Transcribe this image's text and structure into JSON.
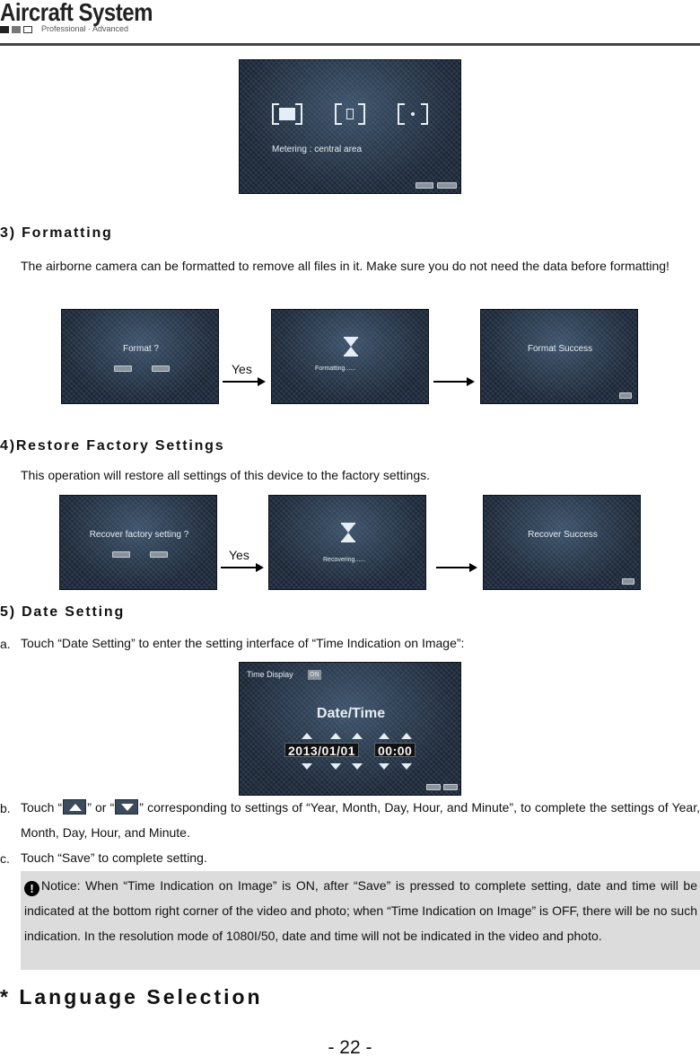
{
  "header": {
    "brand": "Aircraft System",
    "tagline": "Professional · Advanced"
  },
  "metering_screen": {
    "label": "Metering : central area"
  },
  "section3": {
    "heading": "3) Formatting",
    "body": "The airborne camera can be formatted to remove all files in it. Make sure you do not need the data before formatting!",
    "screens": {
      "confirm": "Format ?",
      "progress": "Formatting......",
      "success": "Format Success"
    },
    "yes_label": "Yes"
  },
  "section4": {
    "heading": "4)Restore Factory Settings",
    "body": "This operation will restore all settings of this device to the factory settings.",
    "screens": {
      "confirm": "Recover factory setting ?",
      "progress": "Recovering......",
      "success": "Recover Success"
    },
    "yes_label": "Yes"
  },
  "section5": {
    "heading": "5) Date Setting",
    "step_a_label": "a.",
    "step_a": "Touch “Date Setting” to enter the setting interface of “Time Indication on Image”:",
    "date_screen": {
      "top_label": "Time Display",
      "badge": "ON",
      "title": "Date/Time",
      "date": "2013/01/01",
      "time": "00:00"
    },
    "step_b_label": "b.",
    "step_b_pre": "Touch “",
    "step_b_mid": "” or “",
    "step_b_post": "” corresponding to settings of “Year, Month, Day, Hour, and Minute”, to complete the settings of Year, Month, Day, Hour, and Minute.",
    "step_c_label": "c.",
    "step_c": "Touch “Save” to complete setting.",
    "notice": "Notice: When “Time Indication on Image” is ON, after “Save” is pressed to complete setting, date and time will be indicated at the bottom right corner of the video and photo; when “Time Indication on Image” is OFF, there will be no such indication. In the resolution mode of 1080I/50, date and time will not be indicated in the video and photo."
  },
  "next_heading": "* Language Selection",
  "page_number": "- 22 -"
}
